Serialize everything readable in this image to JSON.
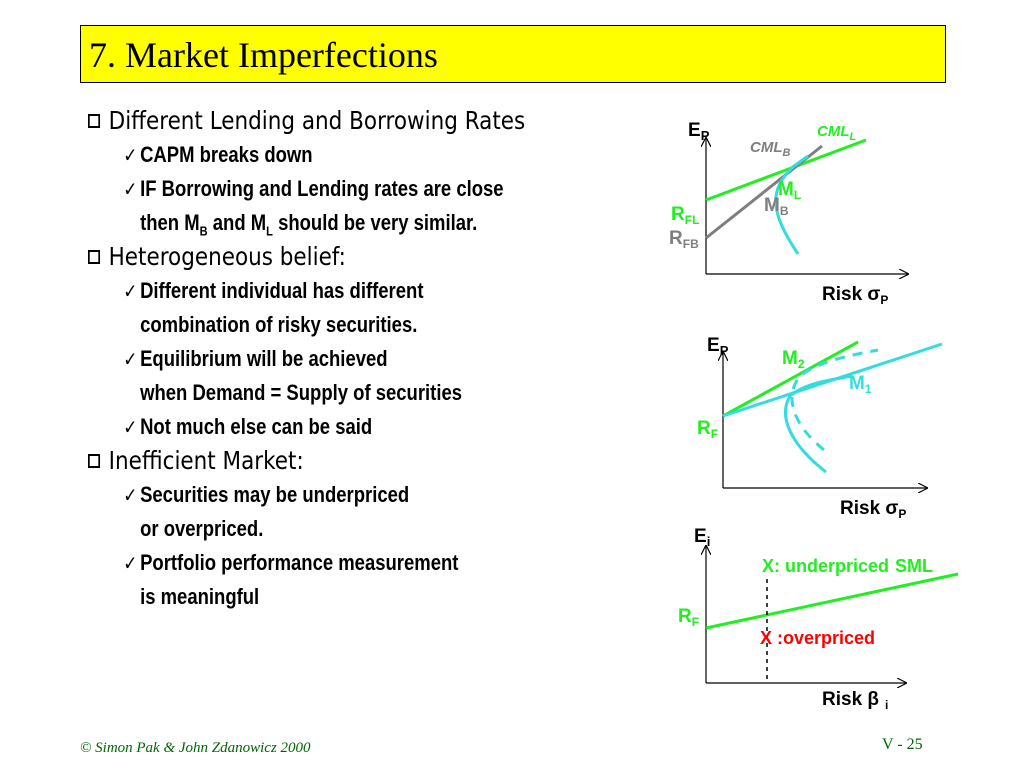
{
  "title": "7. Market Imperfections",
  "bullets": [
    {
      "text": "Different Lending and Borrowing Rates",
      "subs": [
        {
          "parts": [
            "CAPM breaks down"
          ]
        },
        {
          "parts": [
            "IF Borrowing and Lending rates are close"
          ]
        },
        {
          "cont": true,
          "parts": [
            "then M",
            "B",
            " and M",
            "L",
            " should be very similar."
          ]
        }
      ]
    },
    {
      "text": "Heterogeneous belief:",
      "subs": [
        {
          "parts": [
            "Different individual has different"
          ]
        },
        {
          "cont": true,
          "parts": [
            "combination of risky securities."
          ]
        },
        {
          "parts": [
            "Equilibrium will be achieved"
          ]
        },
        {
          "cont": true,
          "parts": [
            "when Demand = Supply of securities"
          ]
        },
        {
          "parts": [
            "Not much else can be said"
          ]
        }
      ]
    },
    {
      "text": "Inefficient Market:",
      "subs": [
        {
          "parts": [
            "Securities may be underpriced"
          ]
        },
        {
          "cont": true,
          "parts": [
            "or overpriced."
          ]
        },
        {
          "parts": [
            "Portfolio performance measurement"
          ]
        },
        {
          "cont": true,
          "parts": [
            "is meaningful"
          ]
        }
      ]
    }
  ],
  "chart1": {
    "ylabel": "E",
    "ylabel_sub": "P",
    "xlabel": "Risk σ",
    "xlabel_sub": "P",
    "cml_l": "CML",
    "cml_l_sub": "L",
    "cml_b": "CML",
    "cml_b_sub": "B",
    "m_l": "M",
    "m_l_sub": "L",
    "m_b": "M",
    "m_b_sub": "B",
    "r_fl": "R",
    "r_fl_sub": "FL",
    "r_fb": "R",
    "r_fb_sub": "FB"
  },
  "chart2": {
    "ylabel": "E",
    "ylabel_sub": "P",
    "xlabel": "Risk σ",
    "xlabel_sub": "P",
    "m2": "M",
    "m2_sub": "2",
    "m1": "M",
    "m1_sub": "1",
    "rf": "R",
    "rf_sub": "F"
  },
  "chart3": {
    "ylabel": "E",
    "ylabel_sub": "i",
    "xlabel": "Risk β",
    "xlabel_sub": "i",
    "rf": "R",
    "rf_sub": "F",
    "x_under": "X",
    "under_text": ": underpriced",
    "sml": "SML",
    "x_over": "X",
    "over_text": " :overpriced"
  },
  "colors": {
    "green": "#22ee22",
    "gray": "#7f7f7f",
    "cyan": "#33dddd",
    "red": "#ff0000",
    "yellow": "#ffff00",
    "footer": "#006600"
  },
  "footer": {
    "left": "© Simon Pak & John Zdanowicz 2000",
    "right": "V - 25"
  }
}
